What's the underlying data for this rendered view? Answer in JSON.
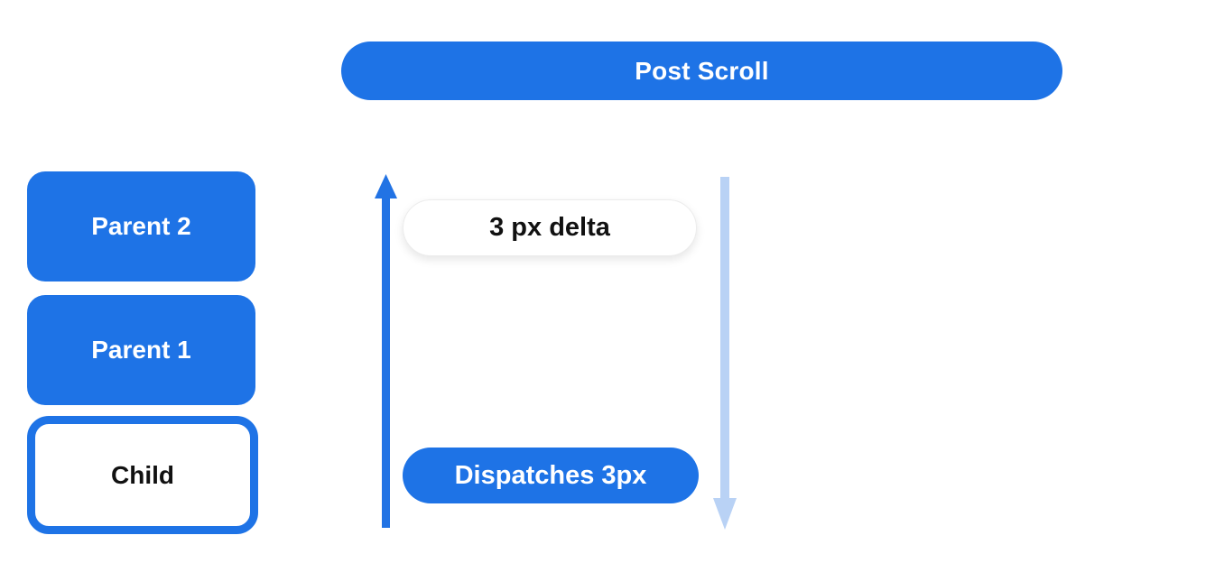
{
  "header": {
    "label": "Post Scroll"
  },
  "tree": {
    "parent2_label": "Parent 2",
    "parent1_label": "Parent 1",
    "child_label": "Child"
  },
  "flow": {
    "delta_label": "3 px delta",
    "dispatch_label": "Dispatches 3px",
    "up_arrow_direction": "up",
    "down_arrow_direction": "down"
  },
  "colors": {
    "primary_blue": "#1e73e6",
    "light_blue": "#b9d2f5",
    "pill_white": "#ffffff",
    "text_dark": "#111111",
    "text_light": "#ffffff"
  }
}
